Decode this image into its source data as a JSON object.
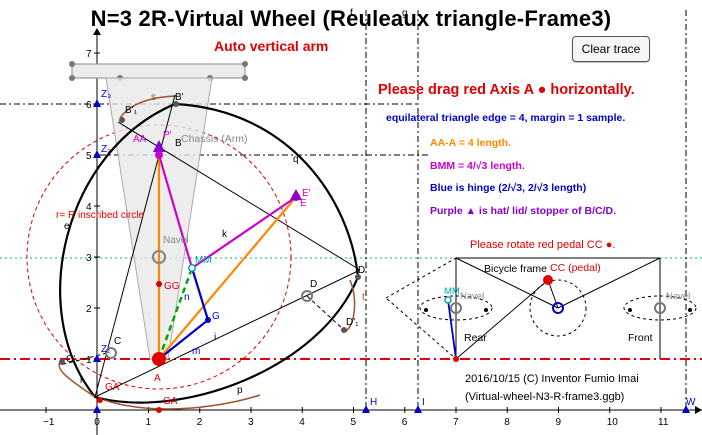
{
  "title": "N=3 2R-Virtual Wheel (Reuleaux triangle-Frame3)",
  "subtitle": "Auto vertical arm",
  "clear_trace_button": "Clear trace",
  "notes": {
    "drag": "Please drag red Axis A ● horizontally.",
    "edge": "equilateral triangle edge = 4, margin = 1 sample.",
    "aa": "AA-A = 4 length.",
    "bmm": "BMM = 4/√3 length.",
    "blue": "Blue is hinge (2/√3, 2/√3  length)",
    "purple": "Purple ▲ is hat/ lid/ stopper of B/C/D.",
    "rotate": "Please rotate red pedal CC ●."
  },
  "credit": {
    "line1": "2016/10/15 (C) Inventor Fumio Imai",
    "line2": "(Virtual-wheel-N3-R-frame3.ggb)"
  },
  "axes": {
    "x_ticks": [
      "−1",
      "0",
      "1",
      "2",
      "3",
      "4",
      "5",
      "6",
      "7",
      "8",
      "9",
      "10",
      "11"
    ],
    "y_ticks": [
      "1",
      "2",
      "3",
      "4",
      "5",
      "6",
      "7"
    ]
  },
  "labels": {
    "s": "s",
    "B_prime": "B'",
    "B1": "B'₁",
    "Z3": "Z₃",
    "Z2": "Z₂",
    "Z1": "Z₁",
    "AA": "AA",
    "P_prime": "P'",
    "B": "B",
    "chassis": "Chassis (Arm)",
    "q": "q",
    "E_prime": "E'",
    "E": "E",
    "k": "k",
    "r_circle": "r= R inscribed circle",
    "e": "e",
    "navel": "Navel",
    "MM": "MM",
    "GG": "GG",
    "n": "n",
    "G": "G",
    "i": "i",
    "m": "m",
    "D": "D",
    "D_prime": "D'",
    "D1": "D'₁",
    "C": "C",
    "C_prime": "C'",
    "A": "A",
    "GA_prime": "GA'",
    "GA": "GA",
    "p": "p",
    "f": "f",
    "g": "g",
    "H": "H",
    "I": "I",
    "W": "W",
    "l": "l",
    "t": "t",
    "bicycle_frame": "Bicycle frame",
    "pedal": "CC (pedal)",
    "rear": "Rear",
    "front": "Front",
    "mini_MM": "MM",
    "mini_navel_rear": "Navel",
    "mini_navel_front": "Navel"
  },
  "colors": {
    "red": "#e00000",
    "blue": "#0000cc",
    "orange": "#ff8800",
    "magenta": "#cc00cc",
    "purple": "#8800cc",
    "green": "#00aa00",
    "brown": "#a0522d",
    "cyan": "#00aaaa"
  }
}
